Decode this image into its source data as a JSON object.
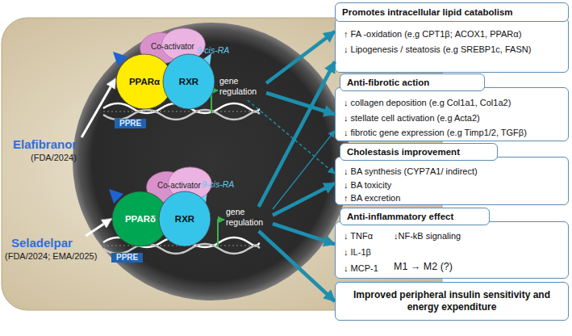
{
  "diagram": {
    "nodes": [
      {
        "text": [
          "Elafibranor",
          "(FDA/2024)"
        ]
      },
      {
        "text": [
          "Co-activator"
        ]
      },
      {
        "text": [
          "PPARα"
        ]
      },
      {
        "text": [
          "RXR"
        ]
      },
      {
        "text": [
          "gene regulation"
        ]
      },
      {
        "text": [
          "Seladelpar",
          "(FDA/2024; EMA/2025)"
        ]
      },
      {
        "text": [
          "Co-activator"
        ]
      },
      {
        "text": [
          "PPARδ"
        ]
      },
      {
        "text": [
          "RXR"
        ]
      },
      {
        "text": [
          "gene regulation"
        ]
      },
      {
        "text": [
          "Promotes intracellular lipid catabolism"
        ]
      },
      {
        "text": [
          "↑ FA -oxidation (e.g CPT1β; ACOX1, PPARα)",
          "↓ Lipogenesis / steatosis (e.g SREBP1c, FASN)"
        ]
      },
      {
        "text": [
          "Anti-fibrotic action"
        ]
      },
      {
        "text": [
          "↓ collagen deposition (e.g Col1a1, Col1a2)",
          "↓ stellate cell activation (e.g Acta2)",
          "↓ fibrotic gene expression (e.g Timp1/2, TGFβ)"
        ]
      },
      {
        "text": [
          "Cholestasis improvement"
        ]
      },
      {
        "text": [
          "↓ BA synthesis (CYP7A1/ indirect)",
          "↓ BA toxicity",
          "↑ BA excretion"
        ]
      },
      {
        "text": [
          "Anti-inflammatory effect"
        ]
      },
      {
        "text": [
          "↓ TNFα",
          "↓NF-kB signaling",
          "↓ IL-1β",
          "↓ MCP-1",
          "M1 → M2 (?)"
        ]
      },
      {
        "text": [
          "Improved peripheral insulin sensitivity and energy expenditure"
        ]
      }
    ],
    "edges": [
      {
        "from": 0,
        "to": 2,
        "arrow": "to"
      },
      {
        "from": 5,
        "to": 7,
        "arrow": "to"
      },
      {
        "from": 4,
        "to": 11,
        "arrow": "to"
      },
      {
        "from": 4,
        "to": 13,
        "arrow": "to"
      },
      {
        "from": 4,
        "to": 15,
        "arrow": "to"
      },
      {
        "from": 9,
        "to": 11,
        "arrow": "to"
      },
      {
        "from": 9,
        "to": 13,
        "arrow": "to"
      },
      {
        "from": 9,
        "to": 15,
        "arrow": "to"
      },
      {
        "from": 9,
        "to": 17,
        "arrow": "to"
      },
      {
        "from": 9,
        "to": 18,
        "arrow": "to"
      }
    ],
    "labels": [
      "9-cis-RA",
      "PPRE",
      "9-cis-RA",
      "PPRE"
    ]
  }
}
